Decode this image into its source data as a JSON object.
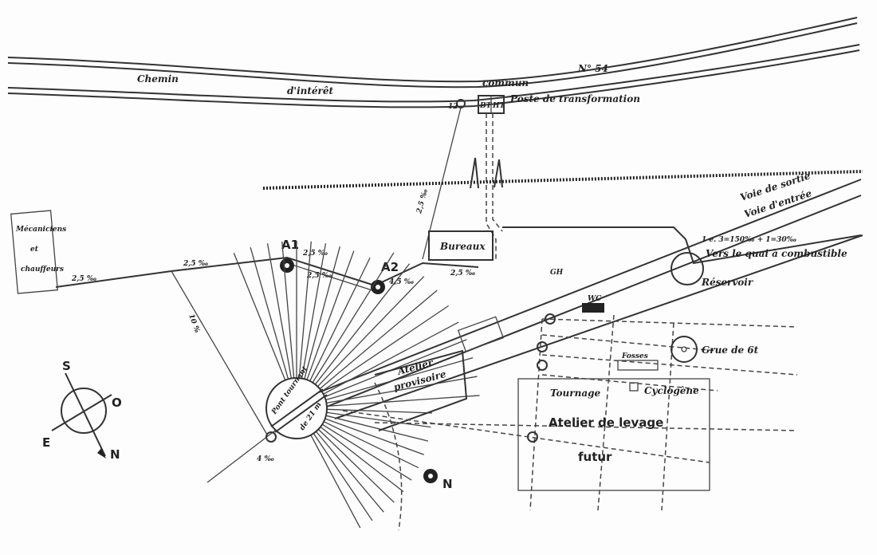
{
  "road": {
    "word1": "Chemin",
    "word2": "d'intérêt",
    "word3": "commun",
    "number": "N° 54"
  },
  "substation": {
    "label": "Poste de transformation",
    "bt": "BT",
    "ht": "HT",
    "node": "12"
  },
  "offices": {
    "label": "Bureaux"
  },
  "tracks": {
    "exit": "Voie de sortie",
    "entry": "Voie d'entrée",
    "fuel_slope": "1 e. 3=150‰ + 1=30‰",
    "fuel": "Vers le quai à combustible"
  },
  "reservoir": {
    "label": "Réservoir"
  },
  "crane": {
    "label": "Grue de 6t"
  },
  "wc": {
    "label": "WC"
  },
  "pits": {
    "label": "Fosses"
  },
  "cyclogene": {
    "label": "Cyclogène"
  },
  "turning": {
    "label": "Tournage"
  },
  "future_shop": {
    "line1": "Atelier de levage",
    "line2": "futur"
  },
  "provisional_shop": {
    "line1": "Atelier",
    "line2": "provisoire"
  },
  "turntable": {
    "line1": "Pont tournant",
    "line2": "de 21 m"
  },
  "legend_box": {
    "line1": "Mécaniciens",
    "line2": "et",
    "line3": "chauffeurs"
  },
  "masts": {
    "a1": "A1",
    "a2": "A2",
    "n": "N",
    "gh": "GH"
  },
  "slopes": {
    "s1": "2,5 ‰",
    "s2": "2,5 ‰",
    "s3": "2,5 ‰",
    "s4": "2,5 ‰",
    "s5": "2,5 ‰",
    "s6": "4,5 ‰",
    "s7": "2,5 ‰",
    "s8": "10 %",
    "s9": "4 ‰"
  },
  "compass": {
    "s": "S",
    "o": "O",
    "e": "E",
    "n": "N"
  }
}
